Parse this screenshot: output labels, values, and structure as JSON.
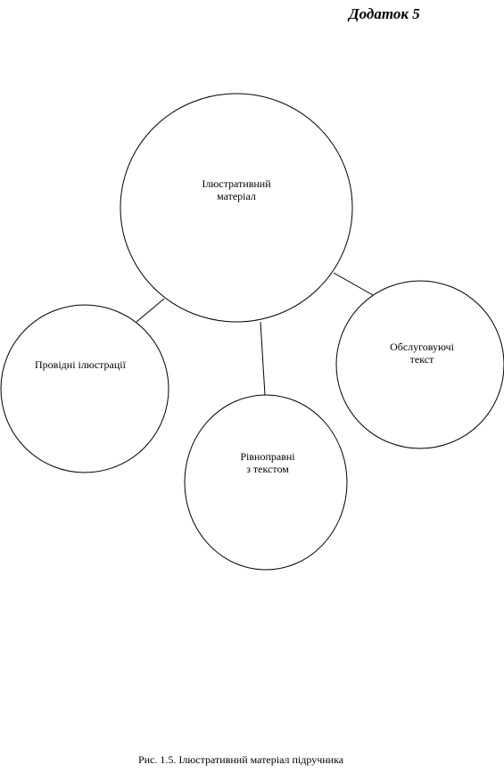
{
  "appendix_label": "Додаток 5",
  "diagram": {
    "center": {
      "text": "Ілюстративний\nматеріал"
    },
    "nodes": [
      {
        "id": "leading",
        "text": "Провідні ілюстрації"
      },
      {
        "id": "equal",
        "text": "Рівноправні\nз текстом"
      },
      {
        "id": "serving",
        "text": "Обслуговуючі\nтекст"
      }
    ]
  },
  "caption": "Рис. 1.5. Ілюстративний матеріал підручника"
}
